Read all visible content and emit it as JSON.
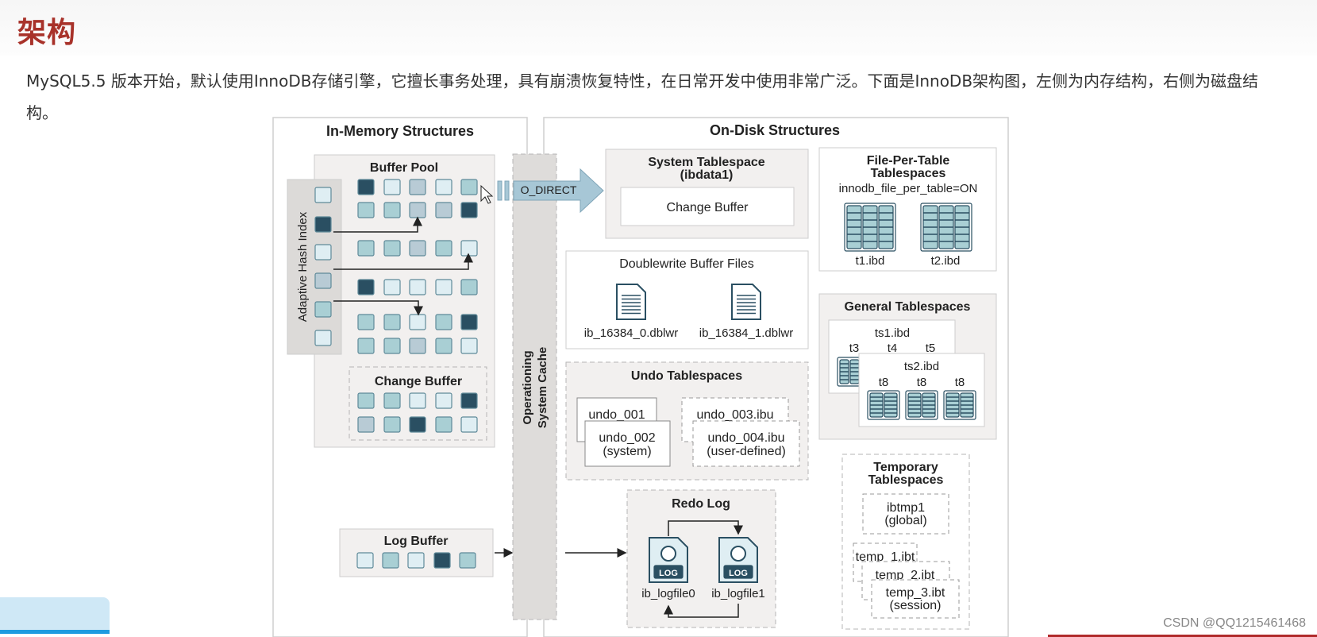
{
  "page": {
    "heading": "架构",
    "intro": "MySQL5.5 版本开始，默认使用InnoDB存储引擎，它擅长事务处理，具有崩溃恢复特性，在日常开发中使用非常广泛。下面是InnoDB架构图，左侧为内存结构，右侧为磁盘结构。",
    "watermark": "CSDN @QQ1215461468"
  },
  "diagram": {
    "in_memory_title": "In-Memory Structures",
    "on_disk_title": "On-Disk Structures",
    "buffer_pool": "Buffer Pool",
    "adaptive_hash_index": "Adaptive Hash Index",
    "change_buffer_mem": "Change Buffer",
    "log_buffer": "Log Buffer",
    "os_cache_line1": "Operationing",
    "os_cache_line2": "System Cache",
    "o_direct": "O_DIRECT",
    "system_tablespace_line1": "System Tablespace",
    "system_tablespace_line2": "(ibdata1)",
    "change_buffer_disk": "Change Buffer",
    "fpt_line1": "File-Per-Table",
    "fpt_line2": "Tablespaces",
    "fpt_setting": "innodb_file_per_table=ON",
    "t1": "t1.ibd",
    "t2": "t2.ibd",
    "doublewrite_title": "Doublewrite Buffer Files",
    "dblwr0": "ib_16384_0.dblwr",
    "dblwr1": "ib_16384_1.dblwr",
    "general_title": "General Tablespaces",
    "ts1": "ts1.ibd",
    "ts2": "ts2.ibd",
    "g_t3": "t3",
    "g_t4": "t4",
    "g_t5": "t5",
    "g_t8": "t8",
    "undo_title": "Undo Tablespaces",
    "undo1": "undo_001",
    "undo2_line1": "undo_002",
    "undo2_line2": "(system)",
    "undo3": "undo_003.ibu",
    "undo4_line1": "undo_004.ibu",
    "undo4_line2": "(user-defined)",
    "temp_title_line1": "Temporary",
    "temp_title_line2": "Tablespaces",
    "ibtmp1_line1": "ibtmp1",
    "ibtmp1_line2": "(global)",
    "temp1": "temp_1.ibt",
    "temp2": "temp_2.ibt",
    "temp3_line1": "temp_3.ibt",
    "temp3_line2": "(session)",
    "redo_title": "Redo Log",
    "log_badge": "LOG",
    "logfile0": "ib_logfile0",
    "logfile1": "ib_logfile1"
  },
  "colors": {
    "heading": "#a8322a",
    "dark_page": "#2a4f62",
    "mid_page": "#a9cfd4",
    "blue_page": "#b8cbd5",
    "light_page": "#dfeef3",
    "panel_bg": "#f2f0ef",
    "arrow_fill": "#a7c7d6"
  }
}
